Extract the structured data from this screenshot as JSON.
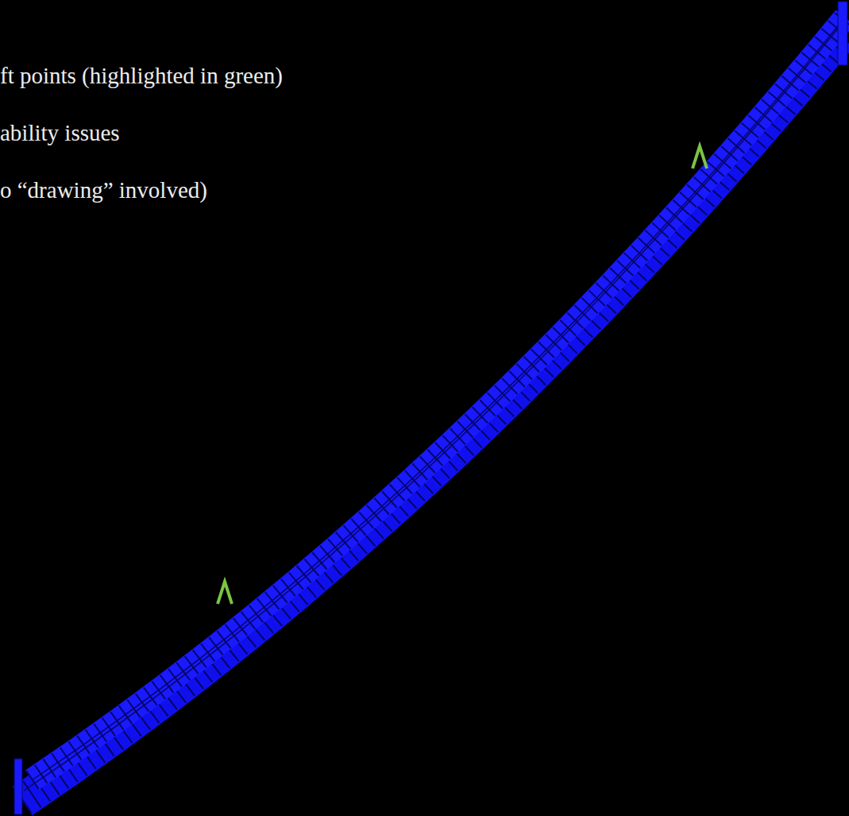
{
  "diagram": {
    "labels": [
      "ft points (highlighted in green)",
      "ability issues",
      "o “drawing” involved)"
    ]
  }
}
